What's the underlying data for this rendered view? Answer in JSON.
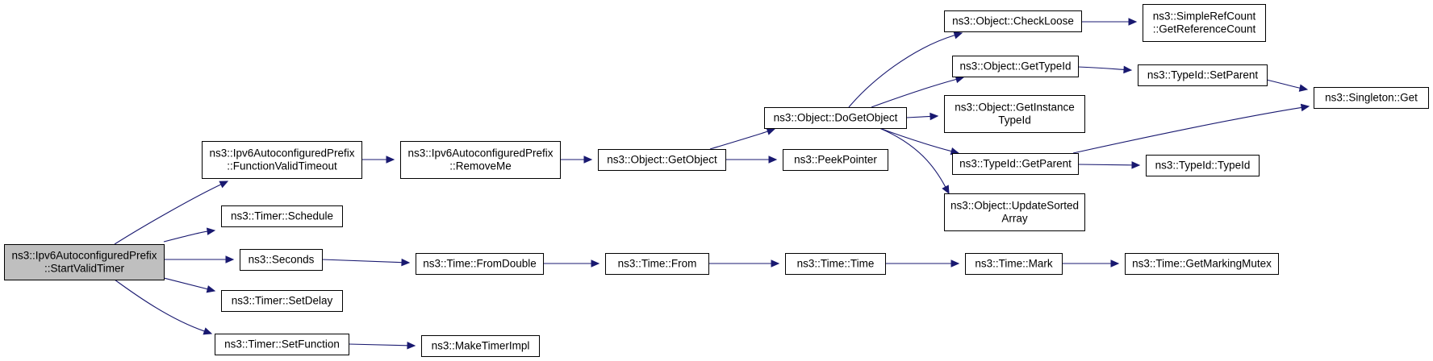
{
  "graph": {
    "colors": {
      "edge": "#191970",
      "root_fill": "#bfbfbf",
      "node_fill": "#ffffff",
      "border": "#000000"
    },
    "nodes": [
      {
        "id": "start_valid_timer",
        "lines": [
          "ns3::Ipv6AutoconfiguredPrefix",
          "::StartValidTimer"
        ],
        "root": true
      },
      {
        "id": "function_valid_timeout",
        "lines": [
          "ns3::Ipv6AutoconfiguredPrefix",
          "::FunctionValidTimeout"
        ]
      },
      {
        "id": "timer_schedule",
        "lines": [
          "ns3::Timer::Schedule"
        ]
      },
      {
        "id": "seconds",
        "lines": [
          "ns3::Seconds"
        ]
      },
      {
        "id": "timer_set_delay",
        "lines": [
          "ns3::Timer::SetDelay"
        ]
      },
      {
        "id": "timer_set_function",
        "lines": [
          "ns3::Timer::SetFunction"
        ]
      },
      {
        "id": "remove_me",
        "lines": [
          "ns3::Ipv6AutoconfiguredPrefix",
          "::RemoveMe"
        ]
      },
      {
        "id": "time_from_double",
        "lines": [
          "ns3::Time::FromDouble"
        ]
      },
      {
        "id": "make_timer_impl",
        "lines": [
          "ns3::MakeTimerImpl"
        ]
      },
      {
        "id": "object_get_object",
        "lines": [
          "ns3::Object::GetObject"
        ]
      },
      {
        "id": "time_from",
        "lines": [
          "ns3::Time::From"
        ]
      },
      {
        "id": "object_do_get_object",
        "lines": [
          "ns3::Object::DoGetObject"
        ]
      },
      {
        "id": "peek_pointer",
        "lines": [
          "ns3::PeekPointer"
        ]
      },
      {
        "id": "time_time",
        "lines": [
          "ns3::Time::Time"
        ]
      },
      {
        "id": "object_check_loose",
        "lines": [
          "ns3::Object::CheckLoose"
        ]
      },
      {
        "id": "object_get_type_id",
        "lines": [
          "ns3::Object::GetTypeId"
        ]
      },
      {
        "id": "object_get_instance_type_id",
        "lines": [
          "ns3::Object::GetInstance",
          "TypeId"
        ]
      },
      {
        "id": "type_id_get_parent",
        "lines": [
          "ns3::TypeId::GetParent"
        ]
      },
      {
        "id": "object_update_sorted_array",
        "lines": [
          "ns3::Object::UpdateSorted",
          "Array"
        ]
      },
      {
        "id": "time_mark",
        "lines": [
          "ns3::Time::Mark"
        ]
      },
      {
        "id": "simple_ref_count_get_reference_count",
        "lines": [
          "ns3::SimpleRefCount",
          "::GetReferenceCount"
        ]
      },
      {
        "id": "type_id_set_parent",
        "lines": [
          "ns3::TypeId::SetParent"
        ]
      },
      {
        "id": "type_id_type_id",
        "lines": [
          "ns3::TypeId::TypeId"
        ]
      },
      {
        "id": "time_get_marking_mutex",
        "lines": [
          "ns3::Time::GetMarkingMutex"
        ]
      },
      {
        "id": "singleton_get",
        "lines": [
          "ns3::Singleton::Get"
        ]
      }
    ],
    "edges": [
      {
        "from": "start_valid_timer",
        "to": "function_valid_timeout"
      },
      {
        "from": "start_valid_timer",
        "to": "timer_schedule"
      },
      {
        "from": "start_valid_timer",
        "to": "seconds"
      },
      {
        "from": "start_valid_timer",
        "to": "timer_set_delay"
      },
      {
        "from": "start_valid_timer",
        "to": "timer_set_function"
      },
      {
        "from": "function_valid_timeout",
        "to": "remove_me"
      },
      {
        "from": "seconds",
        "to": "time_from_double"
      },
      {
        "from": "timer_set_function",
        "to": "make_timer_impl"
      },
      {
        "from": "remove_me",
        "to": "object_get_object"
      },
      {
        "from": "time_from_double",
        "to": "time_from"
      },
      {
        "from": "object_get_object",
        "to": "object_do_get_object"
      },
      {
        "from": "object_get_object",
        "to": "peek_pointer"
      },
      {
        "from": "time_from",
        "to": "time_time"
      },
      {
        "from": "object_do_get_object",
        "to": "object_check_loose"
      },
      {
        "from": "object_do_get_object",
        "to": "object_get_type_id"
      },
      {
        "from": "object_do_get_object",
        "to": "object_get_instance_type_id"
      },
      {
        "from": "object_do_get_object",
        "to": "type_id_get_parent"
      },
      {
        "from": "object_do_get_object",
        "to": "object_update_sorted_array"
      },
      {
        "from": "time_time",
        "to": "time_mark"
      },
      {
        "from": "object_check_loose",
        "to": "simple_ref_count_get_reference_count"
      },
      {
        "from": "object_get_type_id",
        "to": "type_id_set_parent"
      },
      {
        "from": "type_id_get_parent",
        "to": "type_id_type_id"
      },
      {
        "from": "type_id_get_parent",
        "to": "singleton_get"
      },
      {
        "from": "time_mark",
        "to": "time_get_marking_mutex"
      },
      {
        "from": "type_id_set_parent",
        "to": "singleton_get"
      }
    ]
  }
}
